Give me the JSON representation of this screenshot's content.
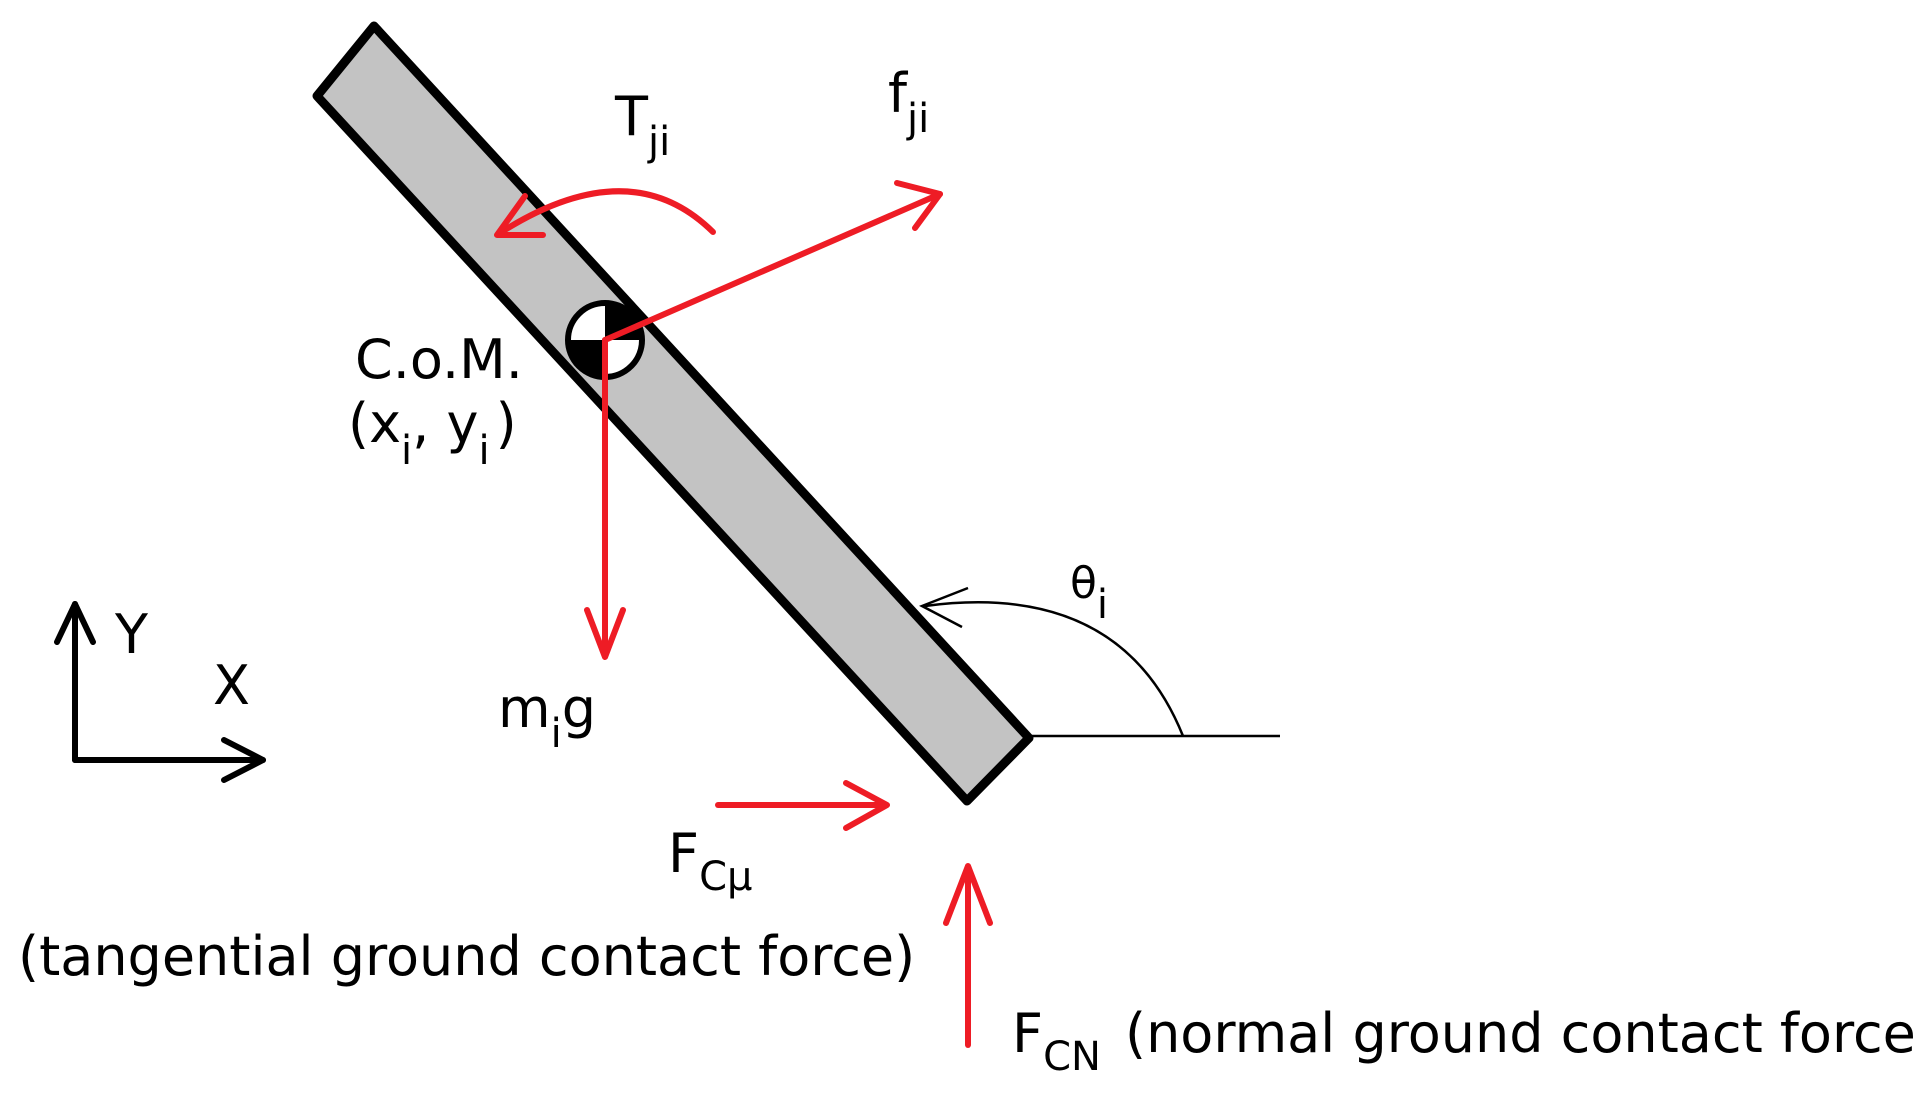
{
  "labels": {
    "torque_main": "T",
    "torque_sub": "ji",
    "force_main": "f",
    "force_sub": "ji",
    "com_title": "C.o.M.",
    "com_open": "(x",
    "com_sub_x": "i",
    "com_mid": ", y",
    "com_sub_y": "i",
    "com_close": ")",
    "theta_main": "θ",
    "theta_sub": "i",
    "gravity_m": "m",
    "gravity_sub": "i",
    "gravity_g": "g",
    "axis_y": "Y",
    "axis_x": "X",
    "fric_main": "F",
    "fric_sub": "Cμ",
    "fric_desc": "(tangential ground contact force)",
    "normal_main": "F",
    "normal_sub": "CN",
    "normal_desc": "(normal ground contact force)"
  },
  "colors": {
    "force_arrow": "#ee1c25",
    "rod_fill": "#c3c3c3",
    "rod_edge": "#000000",
    "text": "#000000"
  },
  "icons": {
    "center_of_mass": "com-marker-icon"
  }
}
